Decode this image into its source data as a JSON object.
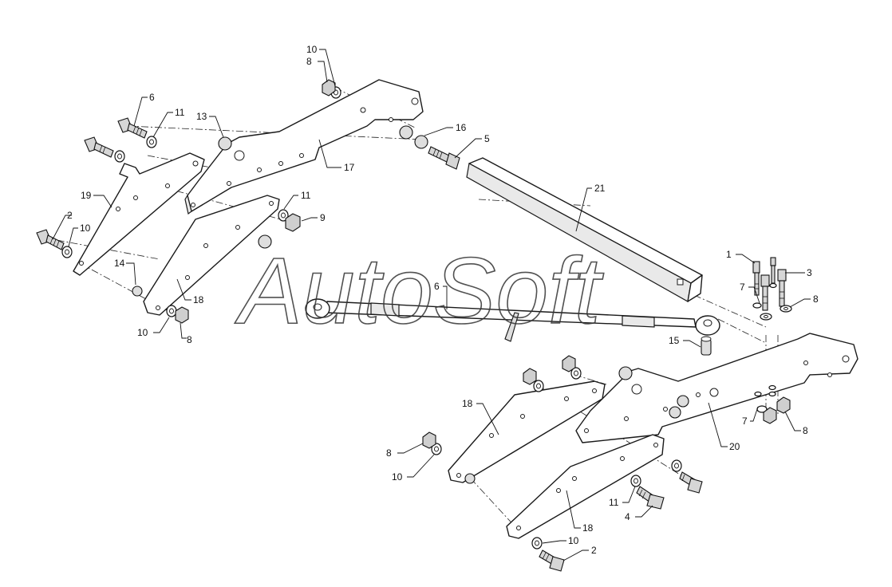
{
  "diagram": {
    "watermark": "AutoSoft",
    "callouts": [
      {
        "id": "c-10a",
        "label": "10"
      },
      {
        "id": "c-8a",
        "label": "8"
      },
      {
        "id": "c-6a",
        "label": "6"
      },
      {
        "id": "c-11a",
        "label": "11"
      },
      {
        "id": "c-13",
        "label": "13"
      },
      {
        "id": "c-16",
        "label": "16"
      },
      {
        "id": "c-5",
        "label": "5"
      },
      {
        "id": "c-17",
        "label": "17"
      },
      {
        "id": "c-19",
        "label": "19"
      },
      {
        "id": "c-21",
        "label": "21"
      },
      {
        "id": "c-11b",
        "label": "11"
      },
      {
        "id": "c-9",
        "label": "9"
      },
      {
        "id": "c-2a",
        "label": "2"
      },
      {
        "id": "c-10b",
        "label": "10"
      },
      {
        "id": "c-14",
        "label": "14"
      },
      {
        "id": "c-18a",
        "label": "18"
      },
      {
        "id": "c-10c",
        "label": "10"
      },
      {
        "id": "c-8b",
        "label": "8"
      },
      {
        "id": "c-6b",
        "label": "6"
      },
      {
        "id": "c-1",
        "label": "1"
      },
      {
        "id": "c-3",
        "label": "3"
      },
      {
        "id": "c-7a",
        "label": "7"
      },
      {
        "id": "c-8c",
        "label": "8"
      },
      {
        "id": "c-15",
        "label": "15"
      },
      {
        "id": "c-18b",
        "label": "18"
      },
      {
        "id": "c-7b",
        "label": "7"
      },
      {
        "id": "c-8d",
        "label": "8"
      },
      {
        "id": "c-20",
        "label": "20"
      },
      {
        "id": "c-8e",
        "label": "8"
      },
      {
        "id": "c-10d",
        "label": "10"
      },
      {
        "id": "c-11c",
        "label": "11"
      },
      {
        "id": "c-4",
        "label": "4"
      },
      {
        "id": "c-18c",
        "label": "18"
      },
      {
        "id": "c-10e",
        "label": "10"
      },
      {
        "id": "c-2b",
        "label": "2"
      }
    ]
  }
}
